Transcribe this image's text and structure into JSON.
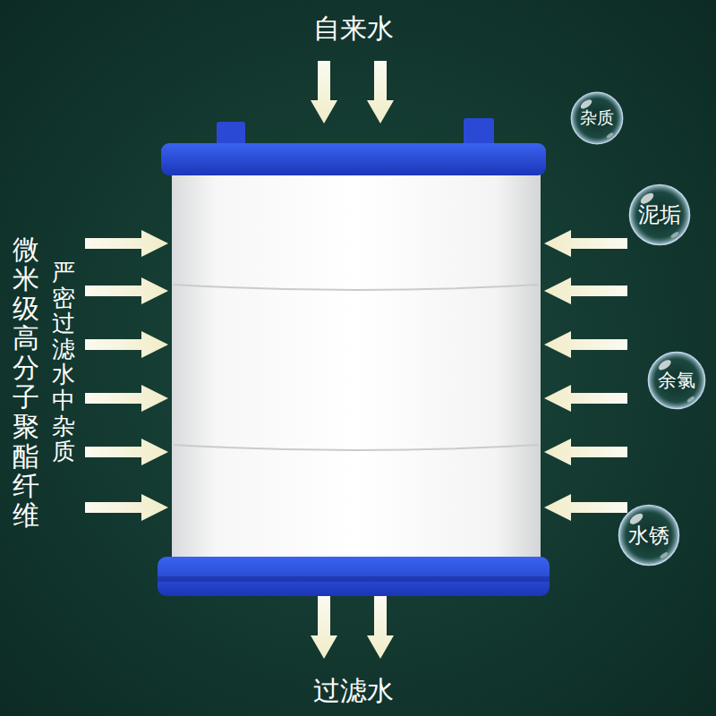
{
  "diagram": {
    "nodes": [
      {
        "text": [
          "杂质"
        ]
      },
      {
        "text": [
          "泥垢"
        ]
      },
      {
        "text": [
          "余氯"
        ]
      },
      {
        "text": [
          "水锈"
        ]
      }
    ],
    "labels": [
      "自来水",
      "微米级高分子聚酯纤维",
      "严密过滤水中杂质",
      "过滤水"
    ]
  }
}
